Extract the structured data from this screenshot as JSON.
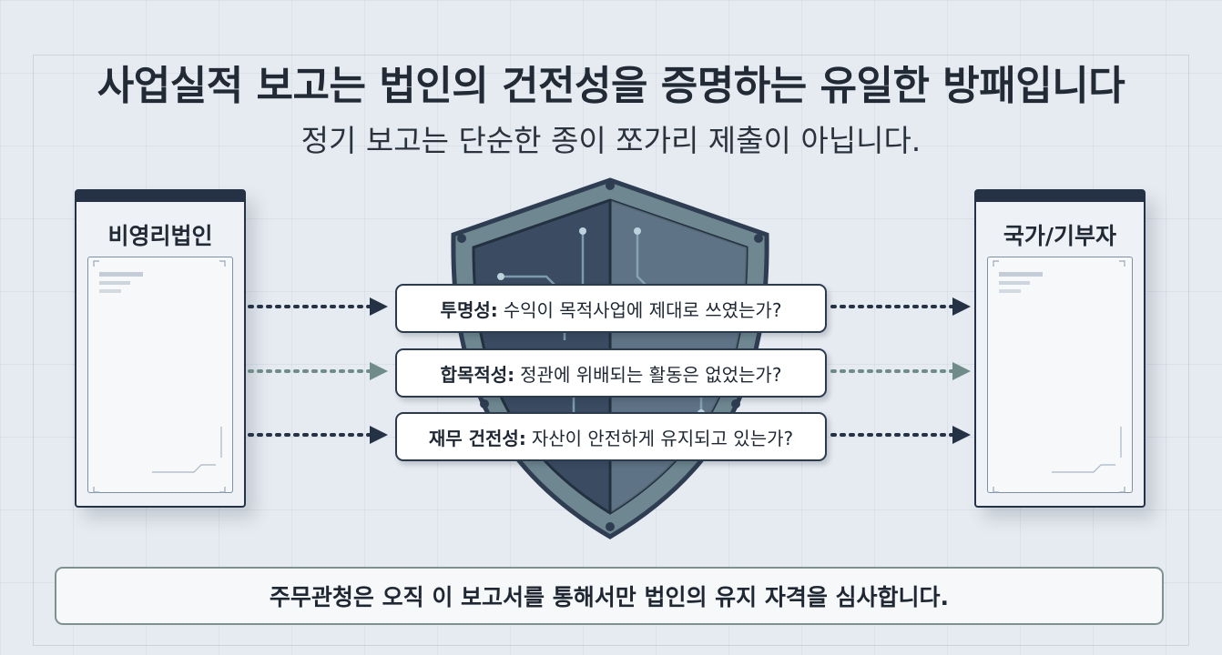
{
  "title": "사업실적 보고는 법인의 건전성을 증명하는 유일한 방패입니다",
  "subtitle": "정기 보고는 단순한 종이 쪼가리 제출이 아닙니다.",
  "left_entity": {
    "label": "비영리법인"
  },
  "right_entity": {
    "label": "국가/기부자"
  },
  "questions": [
    {
      "label": "투명성:",
      "text": "수익이 목적사업에 제대로 쓰였는가?"
    },
    {
      "label": "합목적성:",
      "text": "정관에 위배되는 활동은 없었는가?"
    },
    {
      "label": "재무 건전성:",
      "text": "자산이 안전하게 유지되고 있는가?"
    }
  ],
  "footer": "주무관청은 오직 이 보고서를 통해서만 법인의 유지 자격을 심사합니다.",
  "colors": {
    "navy": "#253246",
    "teal": "#6f8c8a",
    "shield_dark": "#2f3d52",
    "shield_light": "#6b879a",
    "background": "#e6ebf1"
  },
  "icons": [
    "shield-icon",
    "document-icon",
    "arrow-right-icon"
  ]
}
